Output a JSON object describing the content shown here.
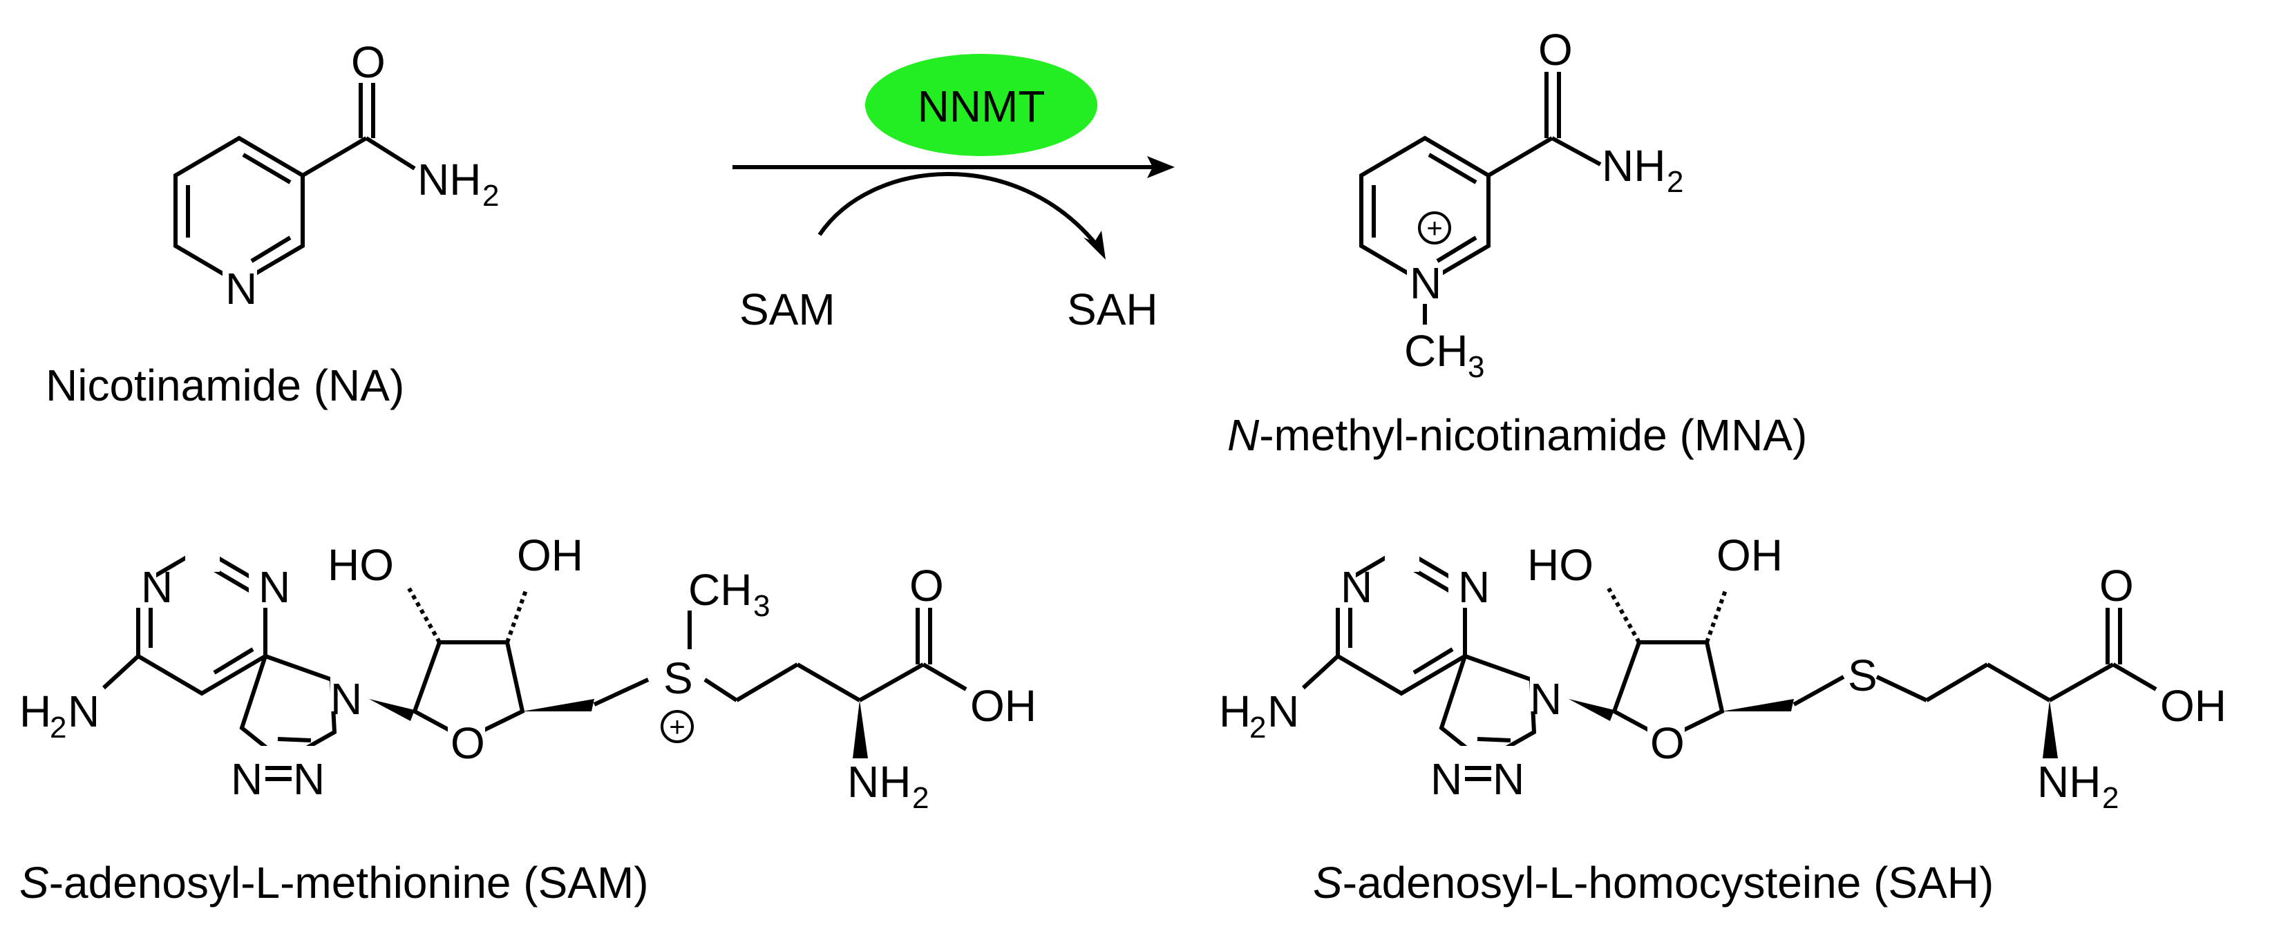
{
  "reaction": {
    "enzyme": "NNMT",
    "enzyme_color": "#22ee22",
    "cofactor_in": "SAM",
    "cofactor_out": "SAH"
  },
  "molecules": {
    "nicotinamide": {
      "caption": "Nicotinamide (NA)",
      "atom_O": "O",
      "atom_NH": "NH",
      "atom_NH_sub": "2",
      "atom_N_ring": "N"
    },
    "mna": {
      "caption_italic": "N",
      "caption_rest": "-methyl-nicotinamide (MNA)",
      "atom_O": "O",
      "atom_NH": "NH",
      "atom_NH_sub": "2",
      "atom_N_ring": "N",
      "charge": "+",
      "atom_CH": "CH",
      "atom_CH_sub": "3"
    },
    "sam": {
      "caption_italic": "S",
      "caption_rest": "-adenosyl-L-methionine (SAM)",
      "atom_N1": "N",
      "atom_N3": "N",
      "atom_H2N": "H",
      "atom_H2N_sub": "2",
      "atom_H2N_N": "N",
      "atom_N9": "N",
      "atom_NN": "N",
      "atom_NN2": "N",
      "atom_HO": "HO",
      "atom_OH": "OH",
      "atom_O_ring": "O",
      "atom_S": "S",
      "charge": "+",
      "atom_CH": "CH",
      "atom_CH_sub": "3",
      "atom_O_acid": "O",
      "atom_OH_acid": "OH",
      "atom_NH": "NH",
      "atom_NH_sub": "2"
    },
    "sah": {
      "caption_italic": "S",
      "caption_rest": "-adenosyl-L-homocysteine (SAH)",
      "atom_N1": "N",
      "atom_N3": "N",
      "atom_H2N": "H",
      "atom_H2N_sub": "2",
      "atom_H2N_N": "N",
      "atom_N9": "N",
      "atom_NN": "N",
      "atom_NN2": "N",
      "atom_HO": "HO",
      "atom_OH": "OH",
      "atom_O_ring": "O",
      "atom_S": "S",
      "atom_O_acid": "O",
      "atom_OH_acid": "OH",
      "atom_NH": "NH",
      "atom_NH_sub": "2"
    }
  }
}
